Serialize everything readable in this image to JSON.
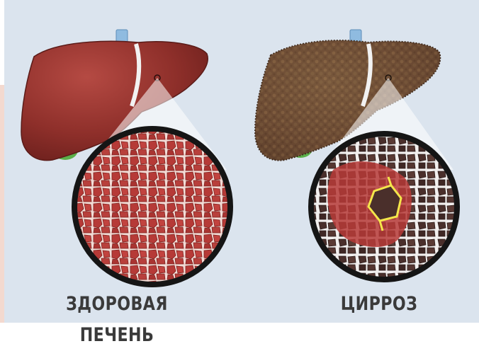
{
  "labels": {
    "healthy": "ЗДОРОВАЯ ПЕЧЕНЬ",
    "cirrhosis": "ЦИРРОЗ"
  },
  "colors": {
    "background": "#dbe4ee",
    "healthy_liver": "#8e2f2a",
    "cirrhotic_liver": "#6b4a33",
    "gallbladder": "#5bb04a",
    "caption_text": "#3a3a3a"
  },
  "icons": [
    "healthy-liver-illustration",
    "cirrhotic-liver-illustration",
    "gallbladder-icon",
    "magnifier-circle-icon"
  ]
}
